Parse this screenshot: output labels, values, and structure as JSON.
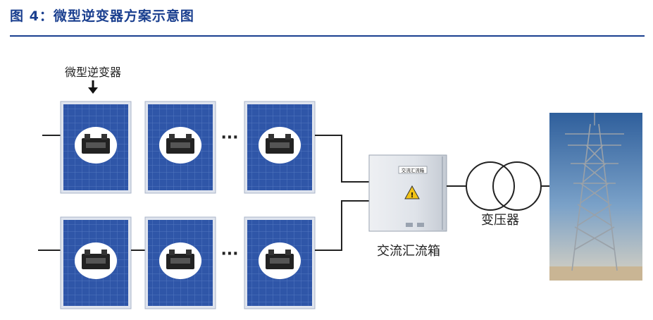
{
  "figure": {
    "title": "图 4：微型逆变器方案示意图"
  },
  "labels": {
    "micro_inverter": "微型逆变器",
    "dots": "···",
    "combiner_box": "交流汇流箱",
    "combiner_plate": "交流汇流箱",
    "transformer": "变压器"
  },
  "colors": {
    "title_blue": "#1a3f8f",
    "panel_blue": "#2f56a8",
    "panel_frame": "#cfd6e4",
    "line": "#222222"
  }
}
